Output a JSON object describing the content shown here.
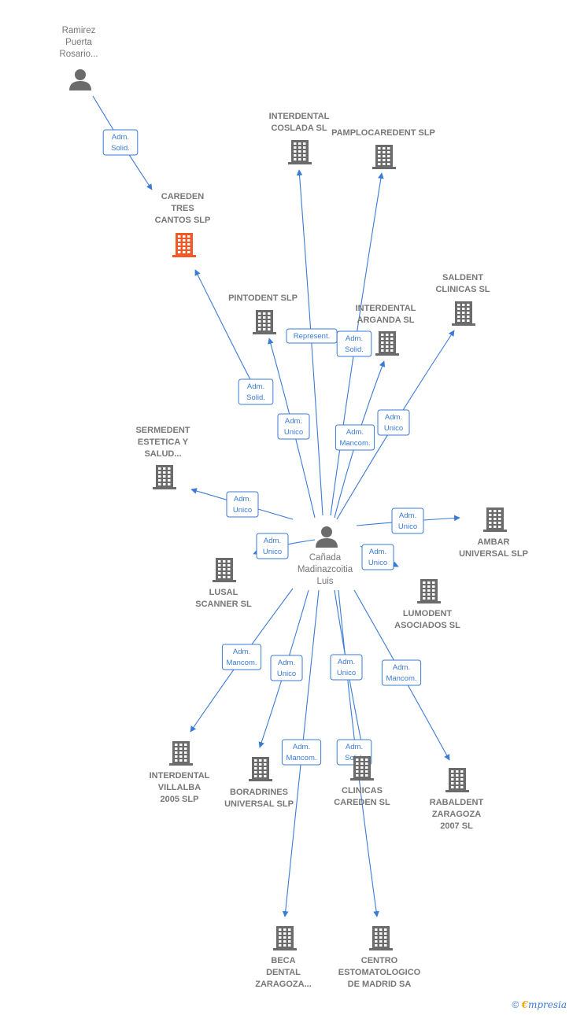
{
  "colors": {
    "edge": "#3a7bd5",
    "building": "#6b6b6b",
    "building_highlight": "#f05a28",
    "person": "#6b6b6b",
    "label": "#777777"
  },
  "nodes": [
    {
      "id": "center",
      "type": "person",
      "icon": "person-icon",
      "label": [
        "Cañada",
        "Madinazcoitia",
        "Luis"
      ]
    },
    {
      "id": "ramirez",
      "type": "person",
      "icon": "person-icon",
      "label": [
        "Ramirez",
        "Puerta",
        "Rosario..."
      ]
    },
    {
      "id": "careden",
      "type": "company",
      "icon": "building-icon",
      "highlight": true,
      "label": [
        "CAREDEN",
        "TRES",
        "CANTOS SLP"
      ]
    },
    {
      "id": "interdental_coslada",
      "type": "company",
      "icon": "building-icon",
      "label": [
        "INTERDENTAL",
        "COSLADA SL"
      ]
    },
    {
      "id": "pamplocaredent",
      "type": "company",
      "icon": "building-icon",
      "label": [
        "PAMPLOCAREDENT SLP"
      ]
    },
    {
      "id": "saldent",
      "type": "company",
      "icon": "building-icon",
      "label": [
        "SALDENT",
        "CLINICAS SL"
      ]
    },
    {
      "id": "pintodent",
      "type": "company",
      "icon": "building-icon",
      "label": [
        "PINTODENT SLP"
      ]
    },
    {
      "id": "interdental_arganda",
      "type": "company",
      "icon": "building-icon",
      "label": [
        "INTERDENTAL",
        "ARGANDA SL"
      ]
    },
    {
      "id": "sermedent",
      "type": "company",
      "icon": "building-icon",
      "label": [
        "SERMEDENT",
        "ESTETICA Y",
        "SALUD..."
      ]
    },
    {
      "id": "ambar",
      "type": "company",
      "icon": "building-icon",
      "label": [
        "AMBAR",
        "UNIVERSAL SLP"
      ]
    },
    {
      "id": "lusal",
      "type": "company",
      "icon": "building-icon",
      "label": [
        "LUSAL",
        "SCANNER SL"
      ]
    },
    {
      "id": "lumodent",
      "type": "company",
      "icon": "building-icon",
      "label": [
        "LUMODENT",
        "ASOCIADOS SL"
      ]
    },
    {
      "id": "interdental_villalba",
      "type": "company",
      "icon": "building-icon",
      "label": [
        "INTERDENTAL",
        "VILLALBA",
        "2005 SLP"
      ]
    },
    {
      "id": "boradrines",
      "type": "company",
      "icon": "building-icon",
      "label": [
        "BORADRINES",
        "UNIVERSAL SLP"
      ]
    },
    {
      "id": "clinicas_careden",
      "type": "company",
      "icon": "building-icon",
      "label": [
        "CLINICAS",
        "CAREDEN SL"
      ]
    },
    {
      "id": "rabaldent",
      "type": "company",
      "icon": "building-icon",
      "label": [
        "RABALDENT",
        "ZARAGOZA",
        "2007 SL"
      ]
    },
    {
      "id": "beca",
      "type": "company",
      "icon": "building-icon",
      "label": [
        "BECA",
        "DENTAL",
        "ZARAGOZA..."
      ]
    },
    {
      "id": "centro",
      "type": "company",
      "icon": "building-icon",
      "label": [
        "CENTRO",
        "ESTOMATOLOGICO",
        "DE MADRID SA"
      ]
    }
  ],
  "edges": [
    {
      "from": "ramirez",
      "to": "careden",
      "label": [
        "Adm.",
        "Solid."
      ]
    },
    {
      "from": "center",
      "to": "careden",
      "label": [
        "Adm.",
        "Solid."
      ]
    },
    {
      "from": "center",
      "to": "interdental_coslada",
      "label": [
        "Represent."
      ]
    },
    {
      "from": "center",
      "to": "pamplocaredent",
      "label": [
        "Adm.",
        "Solid."
      ]
    },
    {
      "from": "center",
      "to": "pintodent",
      "label": [
        "Adm.",
        "Unico"
      ]
    },
    {
      "from": "center",
      "to": "interdental_arganda",
      "label": [
        "Adm.",
        "Mancom."
      ]
    },
    {
      "from": "center",
      "to": "saldent",
      "label": [
        "Adm.",
        "Unico"
      ]
    },
    {
      "from": "center",
      "to": "sermedent",
      "label": [
        "Adm.",
        "Unico"
      ]
    },
    {
      "from": "center",
      "to": "ambar",
      "label": [
        "Adm.",
        "Unico"
      ]
    },
    {
      "from": "center",
      "to": "lusal",
      "label": [
        "Adm.",
        "Unico"
      ]
    },
    {
      "from": "center",
      "to": "lumodent",
      "label": [
        "Adm.",
        "Unico"
      ]
    },
    {
      "from": "center",
      "to": "interdental_villalba",
      "label": [
        "Adm.",
        "Mancom."
      ]
    },
    {
      "from": "center",
      "to": "boradrines",
      "label": [
        "Adm.",
        "Unico"
      ]
    },
    {
      "from": "center",
      "to": "clinicas_careden",
      "label": [
        "Adm.",
        "Unico"
      ]
    },
    {
      "from": "center",
      "to": "rabaldent",
      "label": [
        "Adm.",
        "Mancom."
      ]
    },
    {
      "from": "center",
      "to": "beca",
      "label": [
        "Adm.",
        "Mancom."
      ]
    },
    {
      "from": "center",
      "to": "centro",
      "label": [
        "Adm.",
        "Solid."
      ]
    }
  ],
  "footer": {
    "copyright_symbol": "©",
    "brand_first": "€",
    "brand_rest": "mpresia"
  }
}
